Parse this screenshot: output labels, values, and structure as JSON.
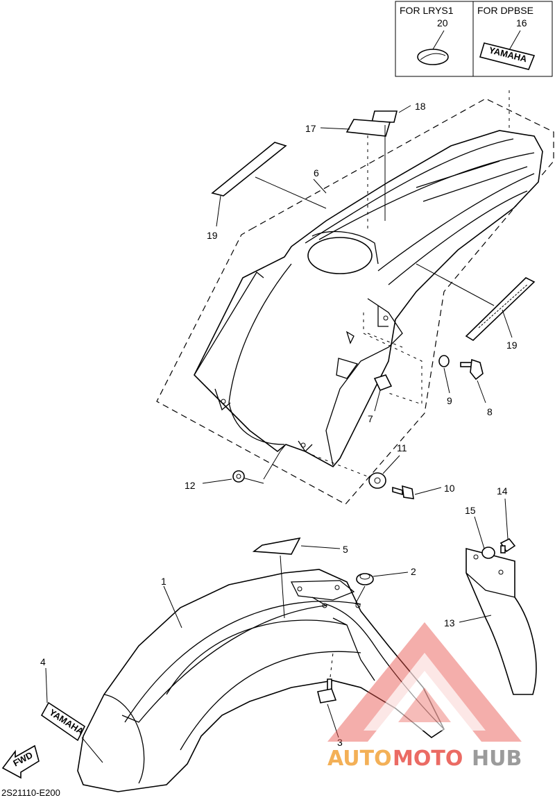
{
  "inset": {
    "left": {
      "label": "FOR LRYS1",
      "number": "20"
    },
    "right": {
      "label": "FOR DPBSE",
      "number": "16"
    }
  },
  "callouts": {
    "c1": "1",
    "c2": "2",
    "c3": "3",
    "c4": "4",
    "c5": "5",
    "c6": "6",
    "c7": "7",
    "c8": "8",
    "c9": "9",
    "c10": "10",
    "c11": "11",
    "c12": "12",
    "c13": "13",
    "c14": "14",
    "c15": "15",
    "c17": "17",
    "c18": "18",
    "c19a": "19",
    "c19b": "19"
  },
  "decal_text": "YAMAHA",
  "fwd_label": "FWD",
  "diagram_code": "2S21110-E200",
  "watermark": {
    "part1": "AUTO",
    "part2": "MOTO",
    "part3": "HUB"
  },
  "colors": {
    "line": "#000000",
    "watermark_red": "#e8524a",
    "watermark_orange": "#f2a33a",
    "watermark_gray": "#8a8a8a"
  }
}
